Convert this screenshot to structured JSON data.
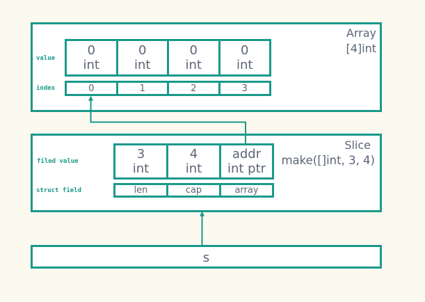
{
  "colors": {
    "teal": "#1a998b",
    "text_gray": "#5b6577",
    "background": "#fcf9ef",
    "box_background": "#ffffff"
  },
  "array_box": {
    "title_line1": "Array",
    "title_line2": "[4]int",
    "value_row_label": "value",
    "index_row_label": "index",
    "cells": [
      {
        "value": "0",
        "type": "int"
      },
      {
        "value": "0",
        "type": "int"
      },
      {
        "value": "0",
        "type": "int"
      },
      {
        "value": "0",
        "type": "int"
      }
    ],
    "indices": [
      "0",
      "1",
      "2",
      "3"
    ]
  },
  "slice_box": {
    "title_line1": "Slice",
    "title_line2": "make([]int, 3, 4)",
    "field_value_row_label": "filed value",
    "struct_field_row_label": "struct field",
    "cells": [
      {
        "value": "3",
        "type": "int"
      },
      {
        "value": "4",
        "type": "int"
      },
      {
        "value": "addr",
        "type": "int ptr"
      }
    ],
    "fields": [
      "len",
      "cap",
      "array"
    ]
  },
  "variable_box": {
    "label": "s"
  }
}
